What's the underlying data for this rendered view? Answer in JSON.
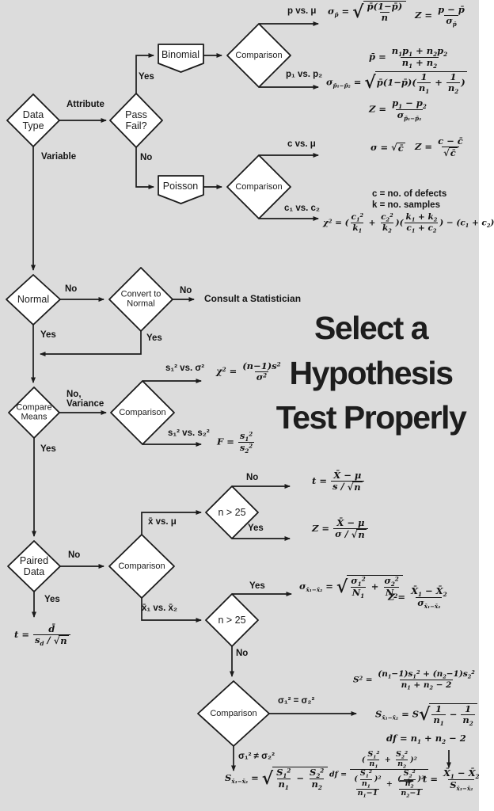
{
  "canvas": {
    "background": "#dcdcdc",
    "ink": "#1b1b1b",
    "node_fill": "#ffffff"
  },
  "title": {
    "lines": [
      "Select a",
      "Hypothesis",
      "Test Properly"
    ]
  },
  "nodes": {
    "data_type": "Data\nType",
    "pass_fail": "Pass\nFail?",
    "binomial": "Binomial",
    "poisson": "Poisson",
    "comparison": "Comparison",
    "normal": "Normal",
    "convert_to_normal": "Convert to\nNormal",
    "compare_means": "Compare\nMeans",
    "paired_data": "Paired\nData",
    "n_gt_25": "n > 25"
  },
  "edge_labels": {
    "attribute": "Attribute",
    "variable": "Variable",
    "yes": "Yes",
    "no": "No",
    "no_variance": "No,\nVariance",
    "p_vs_mu": "p vs. μ",
    "p1_vs_p2": "p₁ vs. p₂",
    "c_vs_mu": "c vs. μ",
    "c1_vs_c2": "c₁ vs. c₂",
    "s1sq_vs_sigmasq": "s₁² vs. σ²",
    "s1sq_vs_s2sq": "s₁² vs. s₂²",
    "xbar_vs_mu": "x̄ vs. μ",
    "x1bar_vs_x2bar": "x̄₁ vs. x̄₂",
    "var_equal": "σ₁² = σ₂²",
    "var_unequal": "σ₁² ≠ σ₂²"
  },
  "notes": {
    "consult": "Consult a Statistician",
    "c_def": "c = no. of defects",
    "k_def": "k = no. samples"
  },
  "formulas": {
    "sigma_p": "σ_{p̄} = @r{@f{p̄(1−p̄)}{n}}",
    "z_p": "Z = @f{p − p̄}{σ_{p̄}}",
    "p_bar": "p̄ = @f{n_{1}p_{1} + n_{2}p_{2}}{n_{1} + n_{2}}",
    "sigma_p1p2": "σ_{p̄₁−p̄₂} = @r{p̄(1−p̄)(@f{1}{n_{1}} + @f{1}{n_{2}})}",
    "z_p1p2": "Z = @f{p_{1} − p_{2}}{σ_{p̄₁−p̄₂}}",
    "sigma_c": "σ = @r{c̄}",
    "z_c": "Z = @f{c − c̄}{@r{c̄}}",
    "chi2_c": "χ^{2} = (@f{c_{1}^{2}}{k_{1}} + @f{c_{2}^{2}}{k_{2}})(@f{k_{1} + k_{2}}{c_{1} + c_{2}}) − (c_{1} + c_{2})",
    "chi2_var": "χ^{2} = @f{(n−1)s^{2}}{σ^{2}}",
    "f_ratio": "F = @f{s_{1}^{2}}{s_{2}^{2}}",
    "t_mu": "t = @f{X̄ − μ}{s ∕ @r{n}}",
    "z_mu": "Z = @f{X̄ − μ}{σ ∕ @r{n}}",
    "t_paired": "t = @f{d̄}{s_{d} ∕ @r{n}}",
    "sigma_x1x2": "σ_{x̄₁−x̄₂} = @r{@f{σ_{1}^{2}}{N_{1}} + @f{σ_{2}^{2}}{N_{2}}}",
    "z_x1x2": "Z = @f{X̄_{1} − X̄_{2}}{σ_{x̄₁−x̄₂}}",
    "s2_pooled": "S^{2} = @f{(n_{1}−1)s_{1}^{2} + (n_{2}−1)s_{2}^{2}}{n_{1} + n_{2} − 2}",
    "s_x1x2": "S_{x̄₁−x̄₂} = S@r{@f{1}{n_{1}} − @f{1}{n_{2}}}",
    "df_pooled": "df = n_{1} + n_{2} − 2",
    "t_pooled": "t = @f{X̄_{1} − X̄_{2}}{S_{x̄₁−x̄₂}}",
    "s_unequal": "S_{x̄₁−x̄₂} = @r{@f{S_{1}^{2}}{n_{1}} − @f{S_{2}^{2}}{n_{2}}}",
    "df_unequal": "df = @f{(@f{S_{1}^{2}}{n_{1}} + @f{S_{2}^{2}}{n_{2}})^{2}}{@f{(@f{S_{1}^{2}}{n_{1}})^{2}}{n_{1}−1} + @f{(@f{S_{2}^{2}}{n_{2}})^{2}}{n_{2}−1}}"
  }
}
